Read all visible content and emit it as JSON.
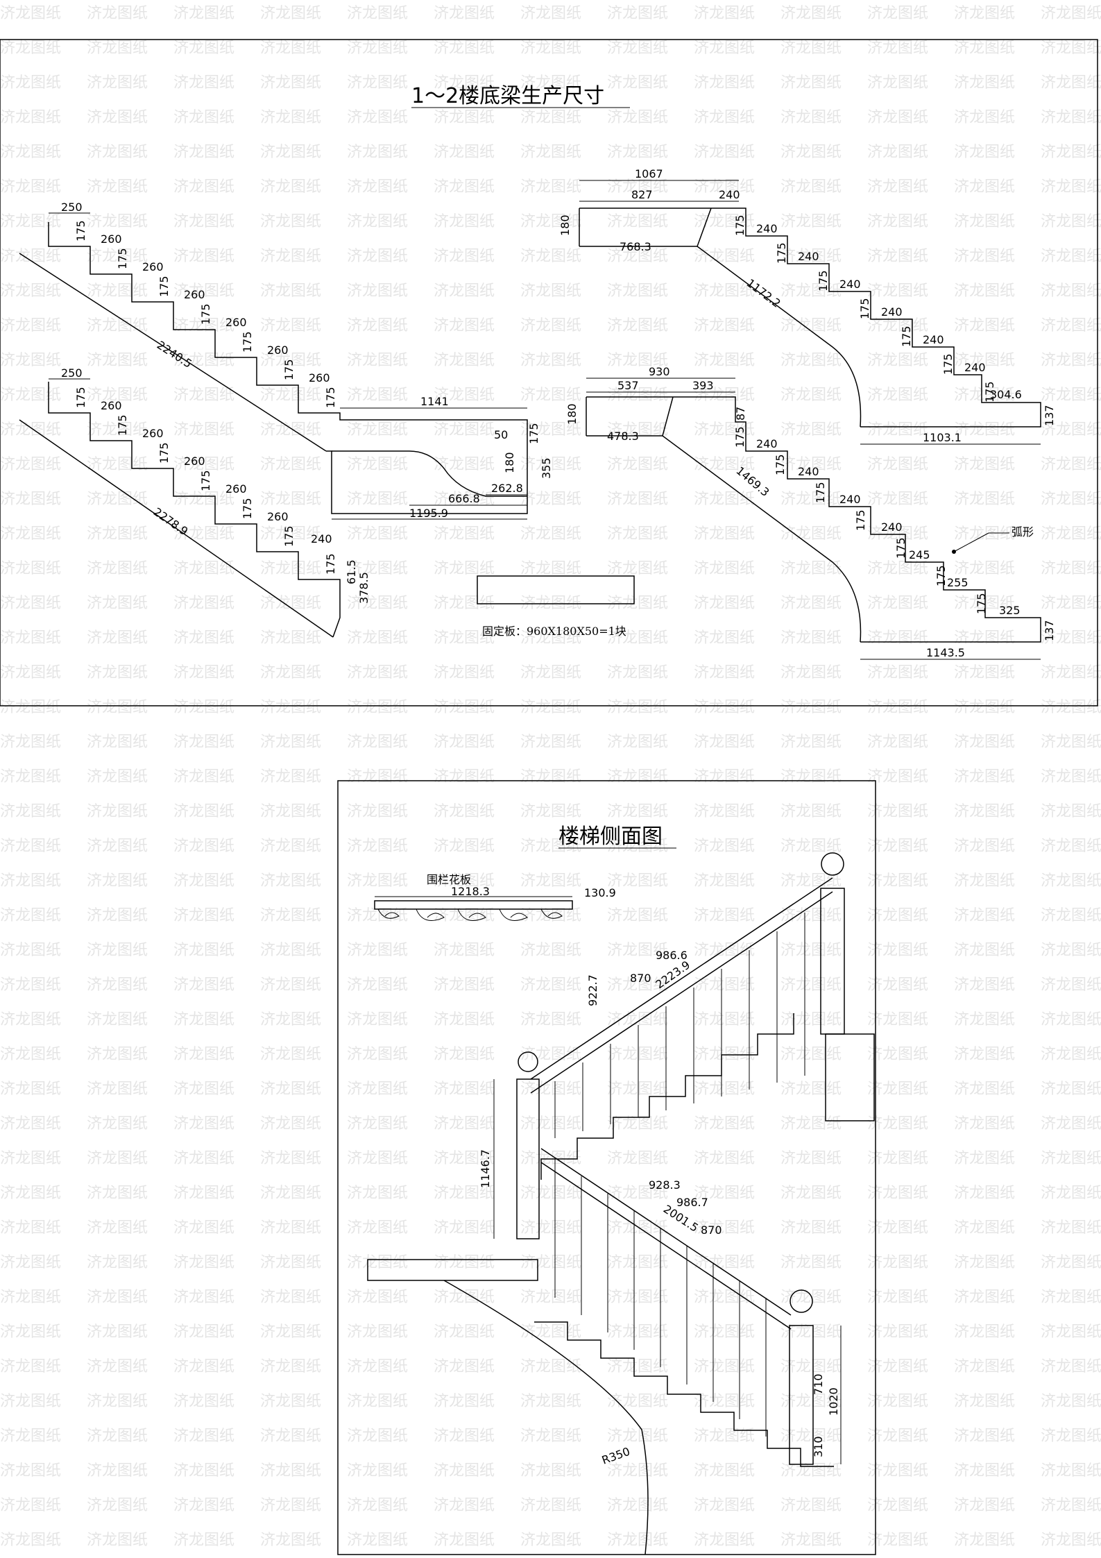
{
  "watermark": "济龙图纸",
  "sheet1": {
    "title": "1～2楼底梁生产尺寸",
    "beam_a": {
      "rise": "175",
      "first_tread": "250",
      "treads": [
        "260",
        "260",
        "260",
        "260",
        "260",
        "260"
      ],
      "diagonal": "2240.5",
      "top_length": "1141",
      "d50": "50",
      "d175": "175",
      "d355": "355",
      "d180": "180",
      "d262": "262.8",
      "d666": "666.8",
      "d1195": "1195.9"
    },
    "beam_b": {
      "first_tread": "250",
      "treads": [
        "260",
        "260",
        "260",
        "260",
        "260"
      ],
      "last_tread": "240",
      "diagonal": "2278.9",
      "end_61": "61.5",
      "end_378": "378.5"
    },
    "beam_c": {
      "total": "1067",
      "d827": "827",
      "d240": "240",
      "d180": "180",
      "d768": "768.3",
      "diagonal": "1172.2",
      "treads": [
        "240",
        "240",
        "240",
        "240",
        "240",
        "240"
      ],
      "last_tread": "304.6",
      "bottom": "1103.1",
      "end": "137"
    },
    "beam_d": {
      "total": "930",
      "d537": "537",
      "d393": "393",
      "d180": "180",
      "d478": "478.3",
      "d87": "87",
      "diagonal": "1469.3",
      "treads": [
        "240",
        "240",
        "240",
        "240"
      ],
      "t245": "245",
      "t255": "255",
      "t325": "325",
      "bottom": "1143.5",
      "end": "137",
      "arc_label": "弧形"
    },
    "fixing_board": "固定板：960X180X50=1块"
  },
  "sheet2": {
    "title": "楼梯侧面图",
    "panel_label": "围栏花板",
    "panel_length": "1218.3",
    "panel_height": "130.9",
    "upper_dims": [
      "922.7",
      "870",
      "986.6",
      "2223.9"
    ],
    "lower_dims": [
      "928.3",
      "986.7",
      "2001.5",
      "870"
    ],
    "post_height": "1146.7",
    "right_post": [
      "710",
      "1020",
      "310"
    ],
    "radius": "R350"
  }
}
